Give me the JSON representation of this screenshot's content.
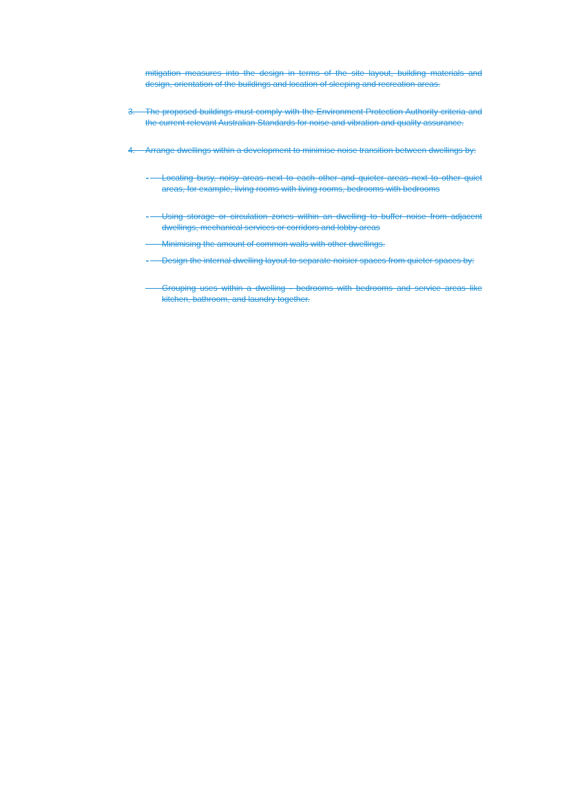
{
  "document": {
    "intro_continuation": "mitigation measures into the design in terms of the site layout, building materials and design, orientation of the buildings and location of sleeping and recreation areas.",
    "items": [
      {
        "number": "3.",
        "text": "The proposed buildings must comply with the Environment Protection Authority criteria and the current relevant Australian Standards for noise and vibration and quality assurance."
      },
      {
        "number": "4.",
        "text": "Arrange dwellings within a development to minimise noise transition between dwellings by:"
      }
    ],
    "bullets": [
      {
        "marker": "-",
        "text": "Locating busy, noisy areas next to each other and quieter areas next to other quiet areas, for example, living rooms with living rooms, bedrooms with bedrooms"
      },
      {
        "marker": "-",
        "text": "Using storage or circulation zones within an dwelling to buffer noise from adjacent dwellings, mechanical services or corridors and lobby areas"
      },
      {
        "marker": "",
        "text": "Minimising the amount of common walls with other dwellings."
      },
      {
        "marker": "-",
        "text": "Design the internal dwelling layout to separate noisier spaces from quieter spaces by:"
      },
      {
        "marker": "",
        "text": "Grouping uses within a dwelling - bedrooms with bedrooms and service areas like kitchen, bathroom, and laundry together."
      }
    ],
    "colors": {
      "tracked_deletion": "#1f8fd6",
      "page_background": "#ffffff"
    }
  }
}
